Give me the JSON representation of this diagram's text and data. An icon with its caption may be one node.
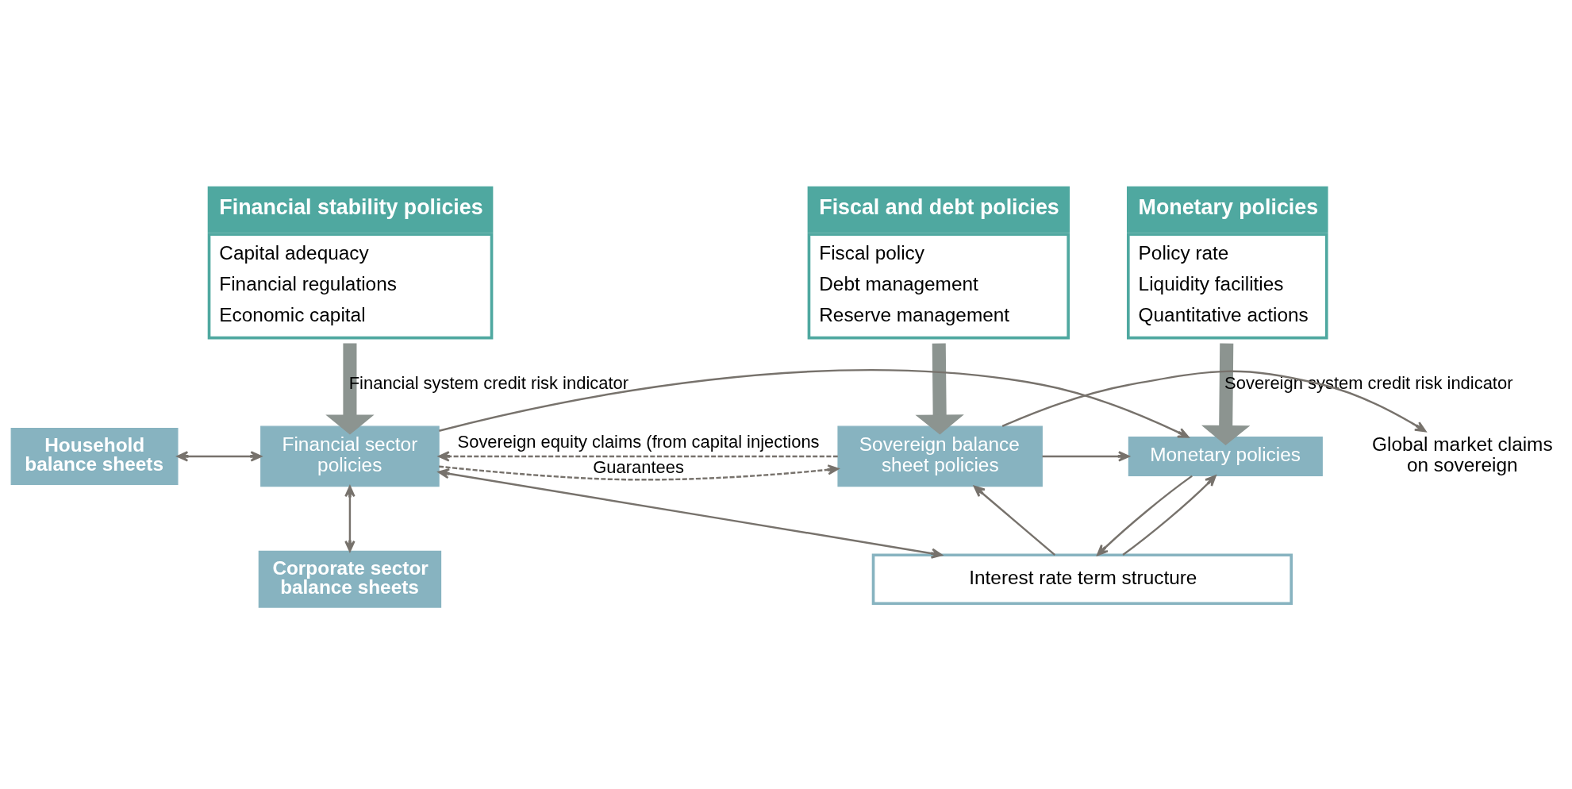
{
  "diagram": {
    "nodes": [
      {
        "text": [
          "Financial stability policies",
          "Capital adequacy",
          "Financial regulations",
          "Economic capital"
        ]
      },
      {
        "text": [
          "Monetary policies",
          "Policy rate",
          "Liquidity facilities",
          "Quantitative actions"
        ]
      },
      {
        "text": [
          "Fiscal and debt policies",
          "Fiscal policy",
          "Debt management",
          "Reserve management"
        ]
      },
      {
        "text": [
          "Household balance sheets"
        ]
      },
      {
        "text": [
          "Financial sector policies"
        ]
      },
      {
        "text": [
          "Corporate sector balance sheets"
        ]
      },
      {
        "text": [
          "Monetary policies"
        ]
      },
      {
        "text": [
          "Sovereign balance sheet policies"
        ]
      },
      {
        "text": [
          "Interest rate term structure"
        ]
      },
      {
        "text": [
          "Global market claims on sovereign"
        ]
      }
    ],
    "edges": [
      {
        "from": 0,
        "to": 4,
        "arrow": "to",
        "label": "Financial system credit risk indicator",
        "style": "thick",
        "color": "#8c9490"
      },
      {
        "from": 1,
        "to": 6,
        "arrow": "to",
        "label": "Sovereign system credit risk indicator",
        "style": "thick",
        "color": "#8c9490"
      },
      {
        "from": 2,
        "to": 7,
        "arrow": "to",
        "style": "thick",
        "color": "#8c9490"
      },
      {
        "from": 3,
        "to": 4,
        "arrow": "both"
      },
      {
        "from": 5,
        "to": 4,
        "arrow": "both"
      },
      {
        "from": 4,
        "to": 6,
        "arrow": "to"
      },
      {
        "from": 7,
        "to": 6,
        "arrow": "to"
      },
      {
        "from": 4,
        "to": 8,
        "arrow": "both"
      },
      {
        "from": 6,
        "to": 8,
        "arrow": "to"
      },
      {
        "from": 8,
        "to": 6,
        "arrow": "to"
      },
      {
        "from": 8,
        "to": 7,
        "arrow": "to"
      },
      {
        "from": 7,
        "to": 9,
        "arrow": "to"
      },
      {
        "from": 4,
        "to": 7,
        "arrow": "to",
        "label": "Guarantees",
        "style": "dashed"
      },
      {
        "from": 7,
        "to": 4,
        "arrow": "to",
        "label": "Sovereign equity claims (from capital injections",
        "style": "dashed"
      }
    ]
  }
}
